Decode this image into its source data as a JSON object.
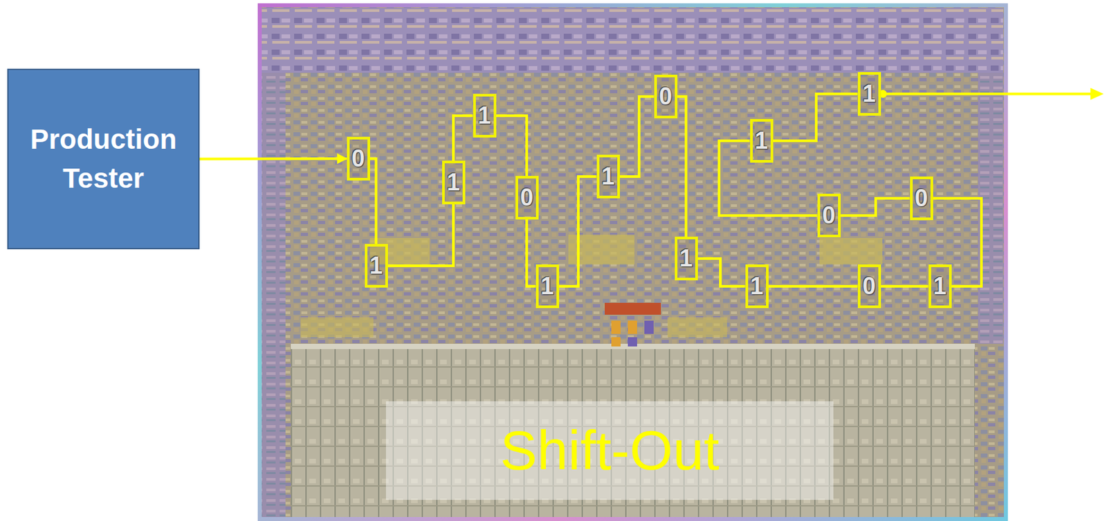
{
  "diagram": {
    "nodes": [
      {
        "text": [
          "Production Tester"
        ]
      },
      {
        "text": [
          "0"
        ]
      },
      {
        "text": [
          "1"
        ]
      },
      {
        "text": [
          "1"
        ]
      },
      {
        "text": [
          "1"
        ]
      },
      {
        "text": [
          "0"
        ]
      },
      {
        "text": [
          "1"
        ]
      },
      {
        "text": [
          "1"
        ]
      },
      {
        "text": [
          "0"
        ]
      },
      {
        "text": [
          "1"
        ]
      },
      {
        "text": [
          "1"
        ]
      },
      {
        "text": [
          "0"
        ]
      },
      {
        "text": [
          "1"
        ]
      },
      {
        "text": [
          "0"
        ]
      },
      {
        "text": [
          "0"
        ]
      },
      {
        "text": [
          "1"
        ]
      },
      {
        "text": [
          "1"
        ]
      }
    ],
    "edges": [
      {
        "from": 0,
        "to": 1,
        "arrow": "to"
      },
      {
        "from": 1,
        "to": 2,
        "arrow": "none"
      },
      {
        "from": 2,
        "to": 3,
        "arrow": "none"
      },
      {
        "from": 3,
        "to": 4,
        "arrow": "none"
      },
      {
        "from": 4,
        "to": 5,
        "arrow": "none"
      },
      {
        "from": 5,
        "to": 6,
        "arrow": "none"
      },
      {
        "from": 6,
        "to": 7,
        "arrow": "none"
      },
      {
        "from": 7,
        "to": 8,
        "arrow": "none"
      },
      {
        "from": 8,
        "to": 9,
        "arrow": "none"
      },
      {
        "from": 9,
        "to": 10,
        "arrow": "none"
      },
      {
        "from": 10,
        "to": 11,
        "arrow": "none"
      },
      {
        "from": 11,
        "to": 12,
        "arrow": "none"
      },
      {
        "from": 12,
        "to": 13,
        "arrow": "none"
      },
      {
        "from": 13,
        "to": 14,
        "arrow": "none"
      },
      {
        "from": 14,
        "to": 15,
        "arrow": "none"
      },
      {
        "from": 15,
        "to": 16,
        "arrow": "none"
      }
    ],
    "labels": [
      "Shift-Out"
    ]
  }
}
